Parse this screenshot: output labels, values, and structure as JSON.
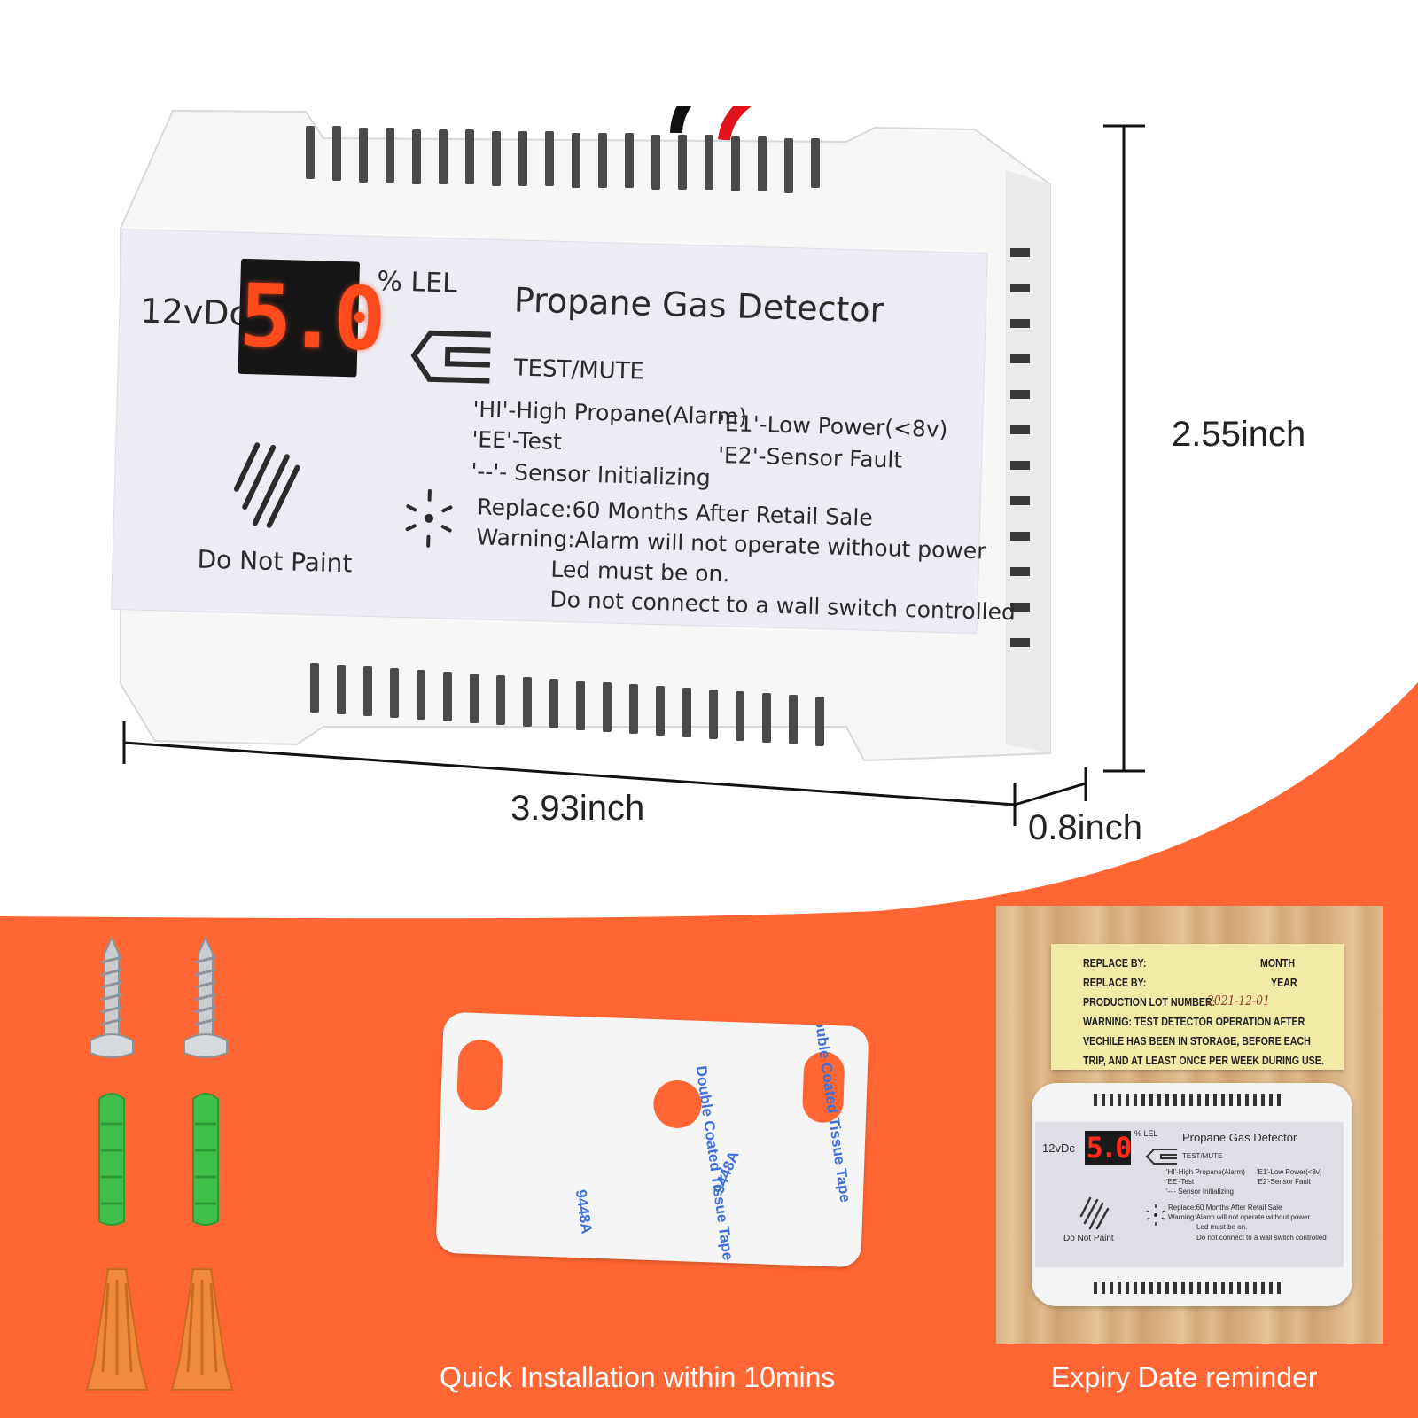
{
  "colors": {
    "background": "#ffffff",
    "accent_orange": "#ff6633",
    "display_red": "#ff4a1c",
    "caption_white": "#ffffff",
    "tape_print_blue": "#3c6fd8"
  },
  "detector": {
    "voltage": "12vDc",
    "display_reading": "5.0",
    "unit": "% LEL",
    "title": "Propane Gas Detector",
    "test_mute": "TEST/MUTE",
    "codes": {
      "hi": "'HI'-High Propane(Alarm)",
      "ee": "'EE'-Test",
      "init": "'--'- Sensor Initializing",
      "e1": "'E1'-Low Power(<8v)",
      "e2": "'E2'-Sensor Fault"
    },
    "replace": "Replace:60 Months After Retail Sale",
    "warning": "Warning:Alarm will not operate without power",
    "led": "Led must be on.",
    "wall_switch": "Do not connect to a wall switch controlled",
    "do_not_paint": "Do Not Paint"
  },
  "dimensions": {
    "height": "2.55inch",
    "width": "3.93inch",
    "depth": "0.8inch"
  },
  "accessories": {
    "caption": "Quick Installation within 10mins",
    "tape_print": [
      "9448A",
      "Double Coated Tissue Tape"
    ]
  },
  "reminder": {
    "caption": "Expiry Date reminder",
    "sticker": {
      "replace_month": "REPLACE BY:",
      "month": "MONTH",
      "replace_year": "REPLACE BY:",
      "year": "YEAR",
      "lot": "PRODUCTION LOT NUMBER:",
      "lot_value": "2021-12-01",
      "warning1": "WARNING:  TEST DETECTOR OPERATION AFTER",
      "warning2": "VECHILE HAS BEEN  IN  STORAGE, BEFORE EACH",
      "warning3": "TRIP, AND AT LEAST ONCE PER WEEK DURING USE."
    },
    "mini": {
      "voltage": "12vDc",
      "reading": "5.0",
      "unit": "% LEL",
      "title": "Propane Gas Detector",
      "test_mute": "TEST/MUTE",
      "hi": "'HI'-High Propane(Alarm)",
      "e1": "'E1'-Low Power(<8v)",
      "ee": "'EE'-Test",
      "e2": "'E2'-Sensor Fault",
      "init": "'--'- Sensor Initializing",
      "replace": "Replace:60 Months After Retail Sale",
      "warning": "Warning:Alarm will not operate without power",
      "led": "Led must be on.",
      "do_not_paint": "Do Not Paint",
      "wall_switch": "Do not connect to a wall switch controlled"
    }
  }
}
